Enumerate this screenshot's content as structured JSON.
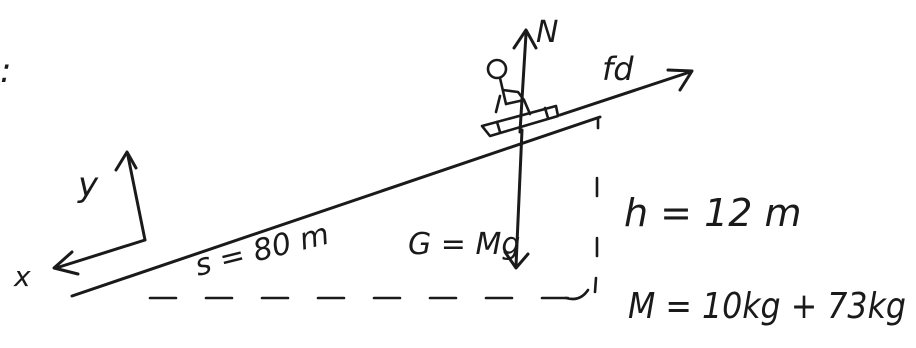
{
  "labels": {
    "corner_mark": ":",
    "normal_force": "N",
    "drag_force": "fd",
    "y_axis": "y",
    "x_axis": "x",
    "slope_length": "s = 80 m",
    "gravity": "G = Mg",
    "height": "h = 12 m",
    "mass": "M = 10kg + 73kg"
  }
}
